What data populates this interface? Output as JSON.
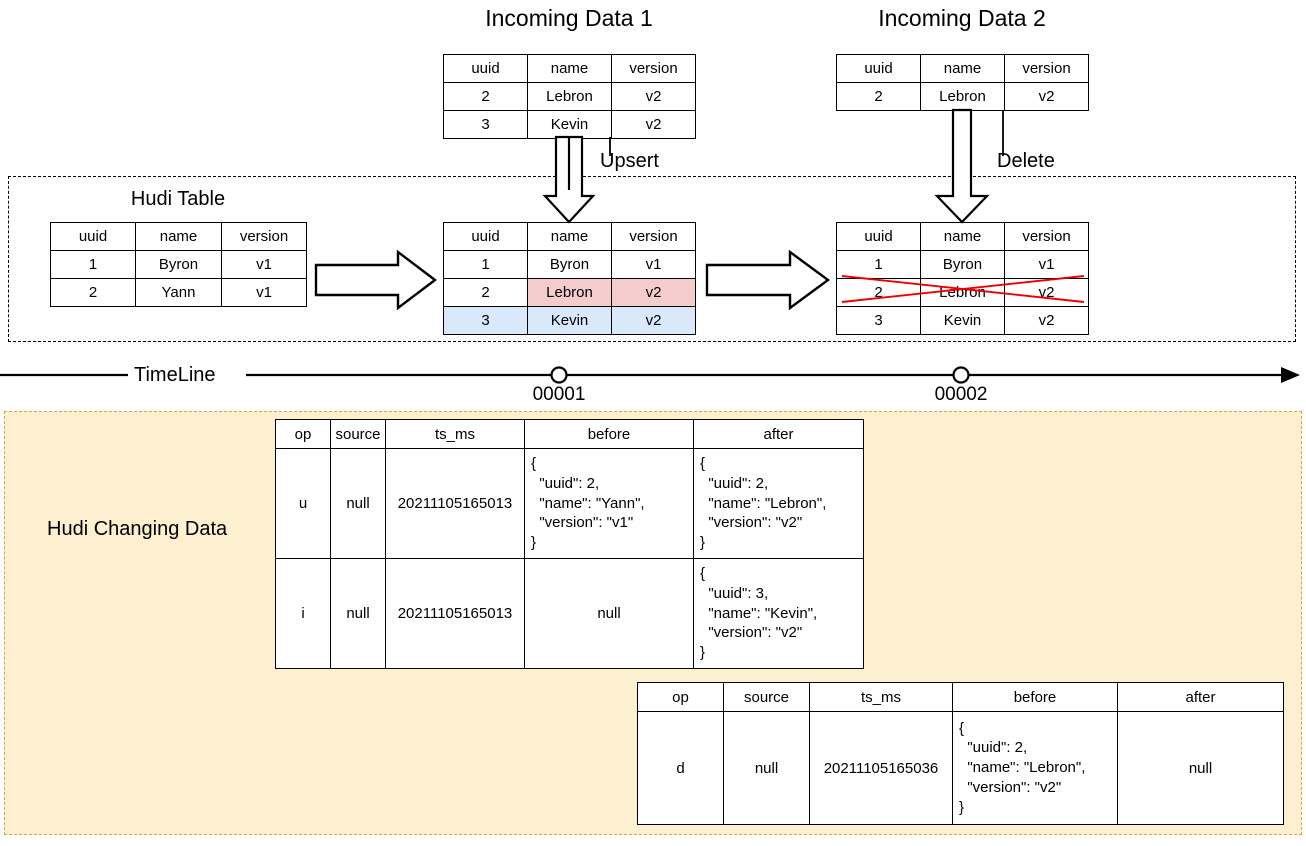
{
  "diagram": {
    "incoming1": {
      "title": "Incoming Data 1",
      "columns": [
        "uuid",
        "name",
        "version"
      ],
      "rows": [
        [
          "2",
          "Lebron",
          "v2"
        ],
        [
          "3",
          "Kevin",
          "v2"
        ]
      ]
    },
    "incoming2": {
      "title": "Incoming Data 2",
      "columns": [
        "uuid",
        "name",
        "version"
      ],
      "rows": [
        [
          "2",
          "Lebron",
          "v2"
        ]
      ]
    },
    "operations": {
      "upsert": "Upsert",
      "delete": "Delete"
    },
    "hudi_table": {
      "title": "Hudi Table",
      "state_initial": {
        "columns": [
          "uuid",
          "name",
          "version"
        ],
        "rows": [
          [
            "1",
            "Byron",
            "v1"
          ],
          [
            "2",
            "Yann",
            "v1"
          ]
        ]
      },
      "state_after_upsert": {
        "columns": [
          "uuid",
          "name",
          "version"
        ],
        "rows": [
          [
            "1",
            "Byron",
            "v1"
          ],
          [
            "2",
            "Lebron",
            "v2"
          ],
          [
            "3",
            "Kevin",
            "v2"
          ]
        ],
        "row_highlights": [
          "none",
          "updated",
          "inserted"
        ]
      },
      "state_after_delete": {
        "columns": [
          "uuid",
          "name",
          "version"
        ],
        "rows": [
          [
            "1",
            "Byron",
            "v1"
          ],
          [
            "2",
            "Lebron",
            "v2"
          ],
          [
            "3",
            "Kevin",
            "v2"
          ]
        ],
        "struck_row_index": 1
      }
    },
    "timeline": {
      "label": "TimeLine",
      "ticks": [
        "00001",
        "00002"
      ]
    },
    "cdc": {
      "section_label": "Hudi Changing Data",
      "table1": {
        "columns": [
          "op",
          "source",
          "ts_ms",
          "before",
          "after"
        ],
        "rows": [
          {
            "op": "u",
            "source": "null",
            "ts_ms": "20211105165013",
            "before": "{\n  \"uuid\": 2,\n  \"name\": \"Yann\",\n  \"version\": \"v1\"\n}",
            "after": "{\n  \"uuid\": 2,\n  \"name\": \"Lebron\",\n  \"version\": \"v2\"\n}"
          },
          {
            "op": "i",
            "source": "null",
            "ts_ms": "20211105165013",
            "before": "null",
            "after": "{\n  \"uuid\": 3,\n  \"name\": \"Kevin\",\n  \"version\": \"v2\"\n}"
          }
        ]
      },
      "table2": {
        "columns": [
          "op",
          "source",
          "ts_ms",
          "before",
          "after"
        ],
        "rows": [
          {
            "op": "d",
            "source": "null",
            "ts_ms": "20211105165036",
            "before": "{\n  \"uuid\": 2,\n  \"name\": \"Lebron\",\n  \"version\": \"v2\"\n}",
            "after": "null"
          }
        ]
      }
    },
    "colors": {
      "updated_row": "#f5cccc",
      "inserted_row": "#dae8fc",
      "delete_strike": "#ee0000",
      "cdc_background": "#fdf0d0",
      "cdc_border": "#d6a93c"
    }
  }
}
